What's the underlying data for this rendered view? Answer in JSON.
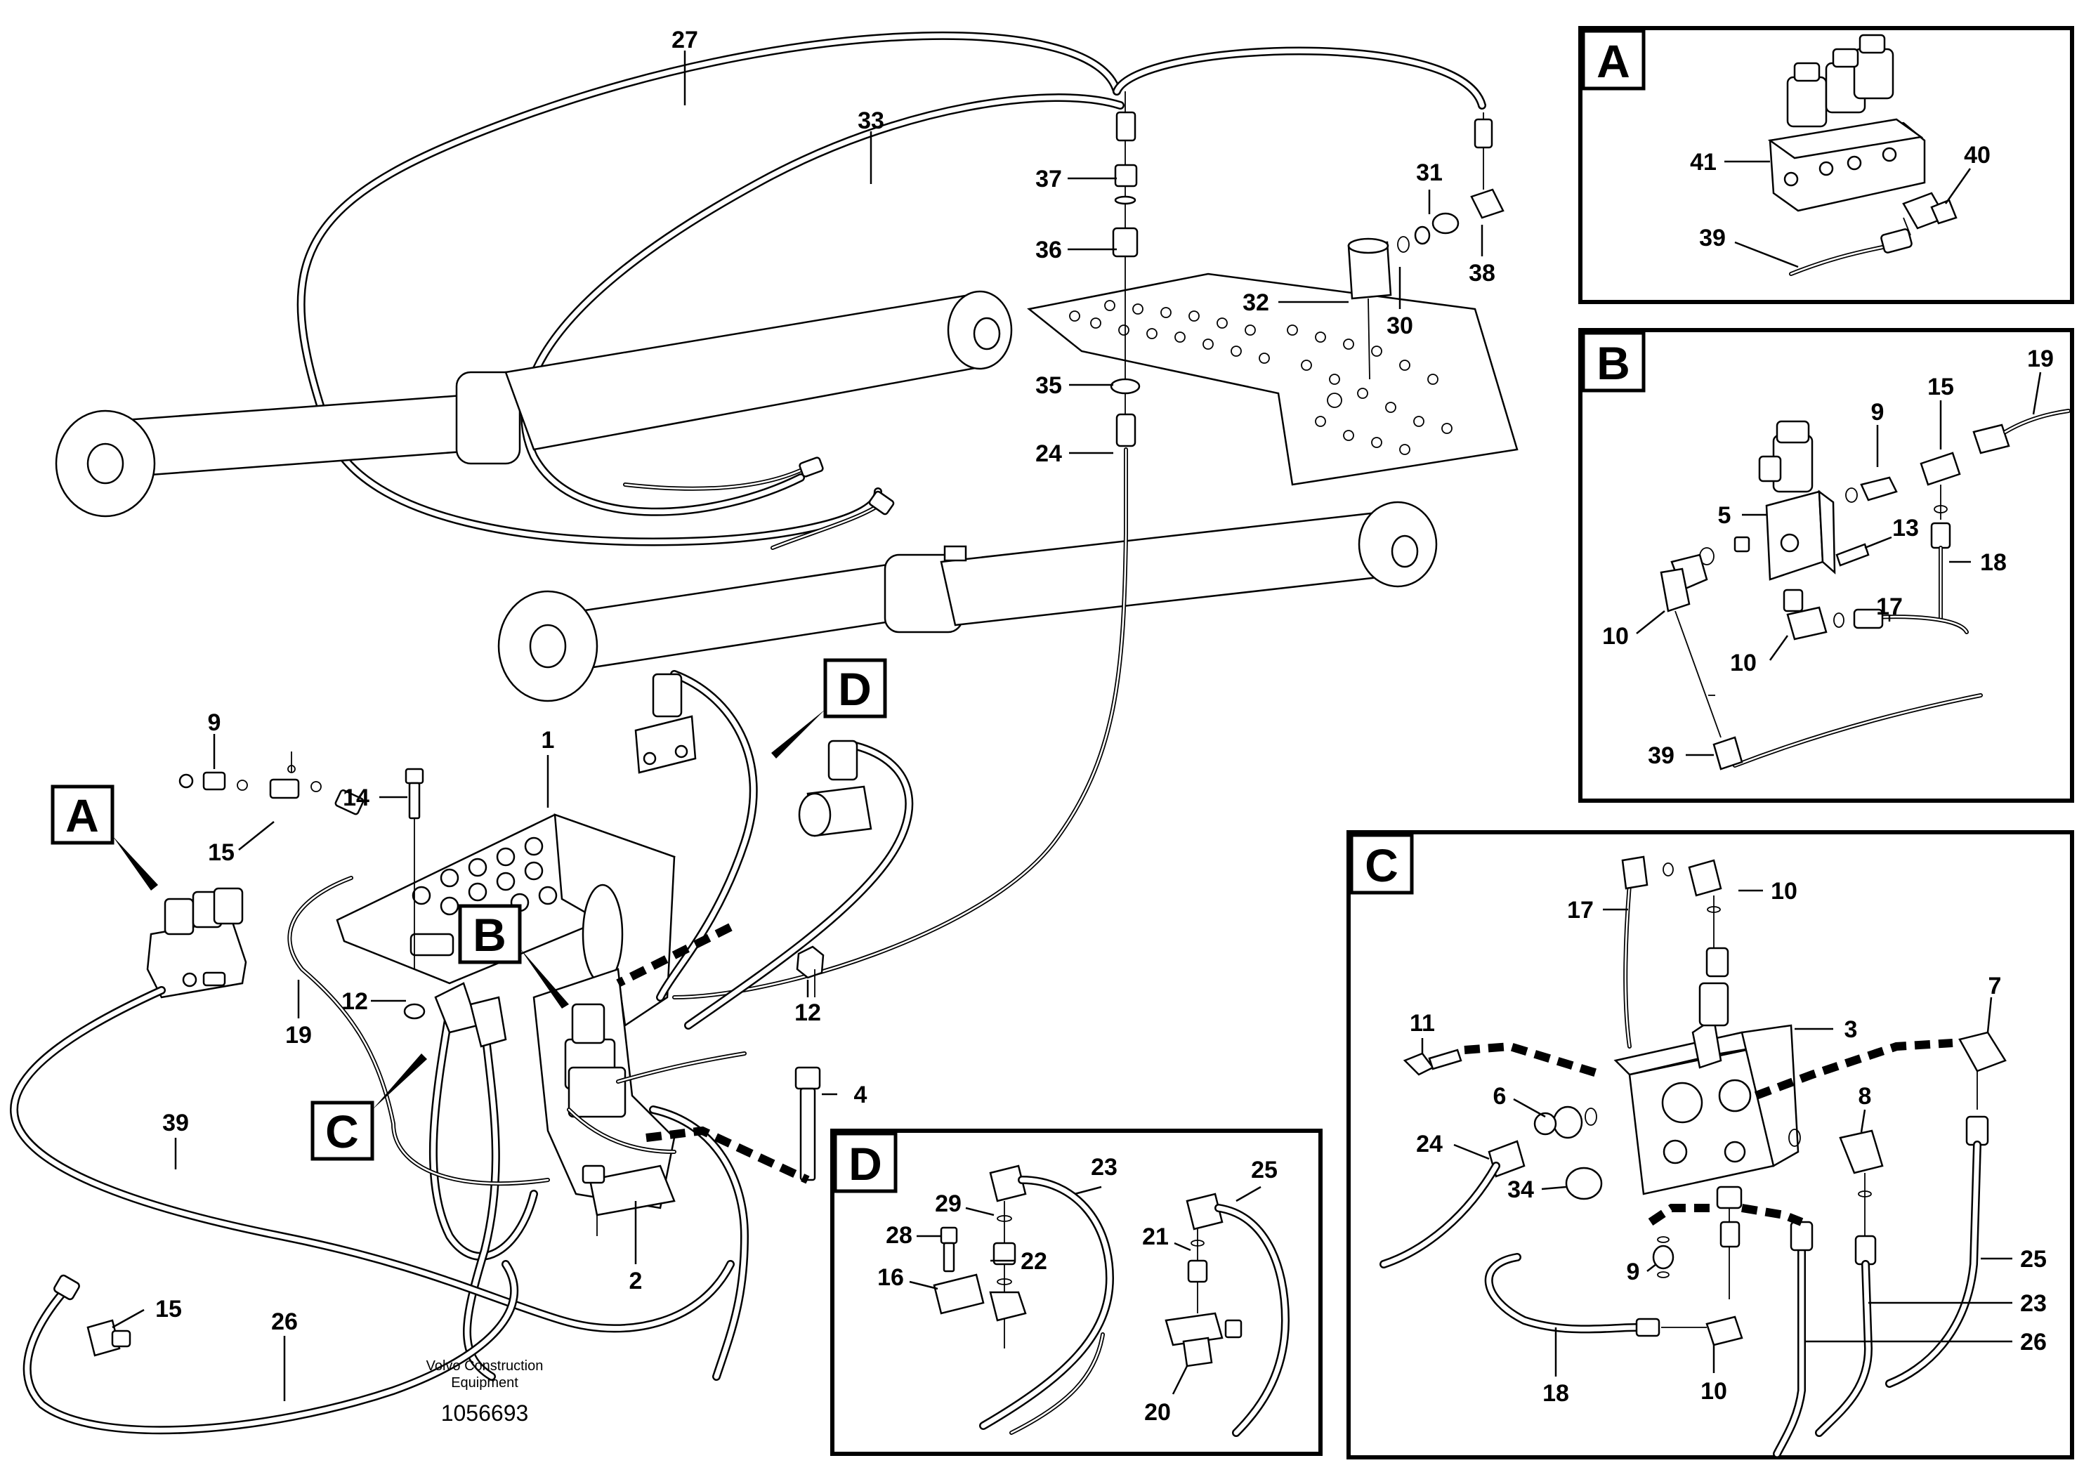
{
  "footer": {
    "company_line1": "Volvo Construction",
    "company_line2": "Equipment",
    "drawing_number": "1056693"
  },
  "main_view": {
    "view_markers": [
      "A",
      "B",
      "C",
      "D"
    ],
    "callouts": [
      "27",
      "33",
      "37",
      "36",
      "35",
      "24",
      "31",
      "32",
      "30",
      "38",
      "1",
      "14",
      "9",
      "15",
      "12",
      "12",
      "19",
      "39",
      "15",
      "26",
      "4",
      "2"
    ]
  },
  "inset_a": {
    "title": "A",
    "callouts": [
      "41",
      "40",
      "39"
    ]
  },
  "inset_b": {
    "title": "B",
    "callouts": [
      "19",
      "9",
      "15",
      "5",
      "13",
      "18",
      "10",
      "17",
      "10",
      "39"
    ]
  },
  "inset_c": {
    "title": "C",
    "callouts": [
      "17",
      "10",
      "11",
      "3",
      "7",
      "6",
      "8",
      "24",
      "34",
      "9",
      "25",
      "23",
      "26",
      "18",
      "10"
    ]
  },
  "inset_d": {
    "title": "D",
    "callouts": [
      "23",
      "25",
      "29",
      "28",
      "22",
      "21",
      "16",
      "20"
    ]
  }
}
